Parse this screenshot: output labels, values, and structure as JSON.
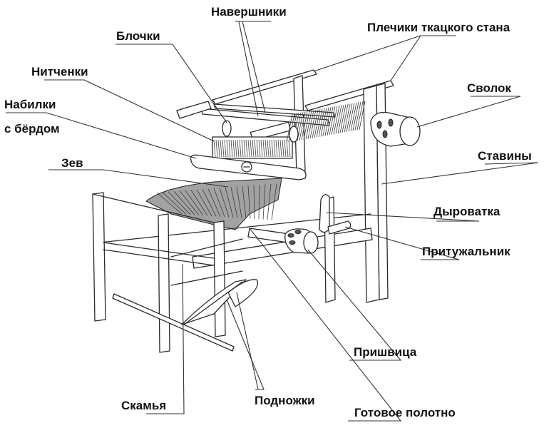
{
  "diagram": {
    "subject": "Ткацкий стан",
    "labels": {
      "navershniki": "Навершники",
      "blochki": "Блочки",
      "plechiki": "Плечики ткацкого стана",
      "nitchenki": "Нитченки",
      "svolok": "Сволок",
      "nabilki_1": "Набилки",
      "nabilki_2": "с бёрдом",
      "stavini": "Ставины",
      "zev": "Зев",
      "dyrovatka": "Дыроватка",
      "prituzhalnik": "Притужальник",
      "prishvica": "Пришвица",
      "skamya": "Скамья",
      "podnozhki": "Подножки",
      "gotovoe_polotno": "Готовое полотно"
    }
  }
}
